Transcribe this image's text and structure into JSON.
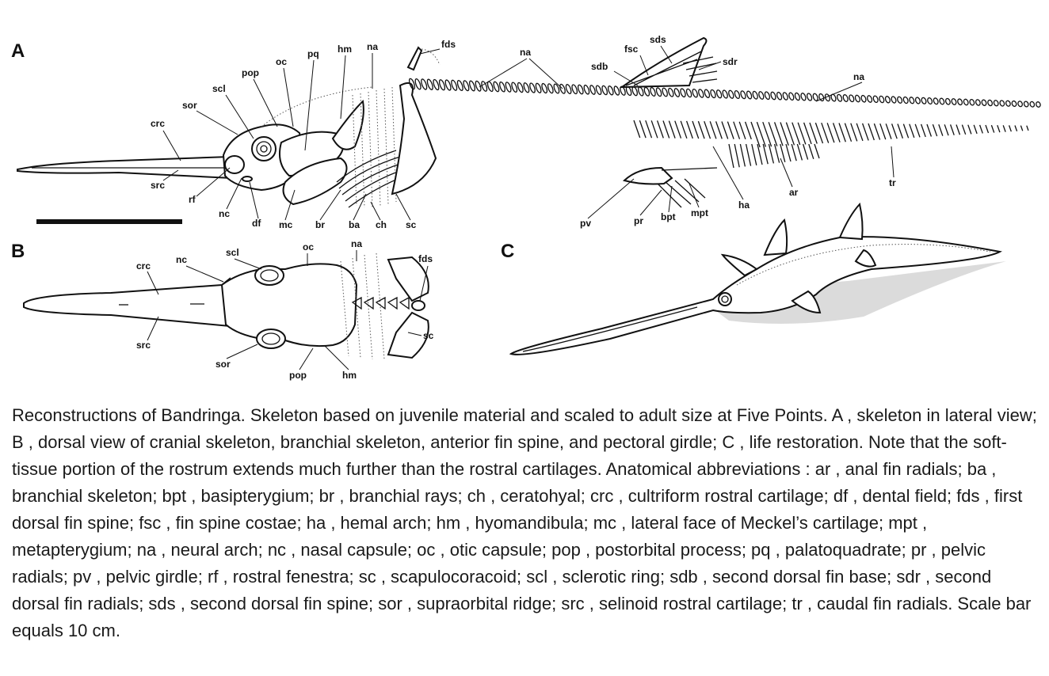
{
  "panels": {
    "a": "A",
    "b": "B",
    "c": "C"
  },
  "labels_a": {
    "crc": "crc",
    "src": "src",
    "sor": "sor",
    "scl": "scl",
    "pop": "pop",
    "oc": "oc",
    "pq": "pq",
    "hm": "hm",
    "na": "na",
    "fds": "fds",
    "na2": "na",
    "fsc": "fsc",
    "sds": "sds",
    "sdb": "sdb",
    "sdr": "sdr",
    "na3": "na",
    "rf": "rf",
    "nc": "nc",
    "df": "df",
    "mc": "mc",
    "br": "br",
    "ba": "ba",
    "ch": "ch",
    "sc": "sc",
    "pv": "pv",
    "pr": "pr",
    "bpt": "bpt",
    "mpt": "mpt",
    "ha": "ha",
    "ar": "ar",
    "tr": "tr"
  },
  "labels_b": {
    "crc": "crc",
    "nc": "nc",
    "scl": "scl",
    "oc": "oc",
    "na": "na",
    "fds": "fds",
    "src": "src",
    "sor": "sor",
    "pop": "pop",
    "hm": "hm",
    "sc": "sc"
  },
  "caption": "Reconstructions of Bandringa. Skeleton based on juvenile material and scaled to adult size at Five Points. A , skeleton in lateral view; B , dorsal view of cranial skeleton, branchial skeleton, anterior fin spine, and pectoral girdle; C , life restoration. Note that the soft-tissue portion of the rostrum extends much further than the rostral cartilages. Anatomical abbreviations : ar , anal fin radials; ba , branchial skeleton; bpt , basipterygium; br , branchial rays; ch , ceratohyal; crc , cultriform rostral cartilage; df , dental field; fds , first dorsal fin spine; fsc , fin spine costae; ha , hemal arch; hm , hyomandibula; mc , lateral face of Meckel’s cartilage; mpt , metapterygium; na , neural arch; nc , nasal capsule; oc , otic capsule; pop , postorbital process; pq , palatoquadrate; pr , pelvic radials; pv , pelvic girdle; rf , rostral fenestra; sc , scapulocoracoid; scl , sclerotic ring; sdb , second dorsal fin base; sdr , second dorsal fin radials; sds , second dorsal fin spine; sor , supraorbital ridge; src , selinoid rostral cartilage; tr , caudal fin radials. Scale bar equals 10 cm."
}
